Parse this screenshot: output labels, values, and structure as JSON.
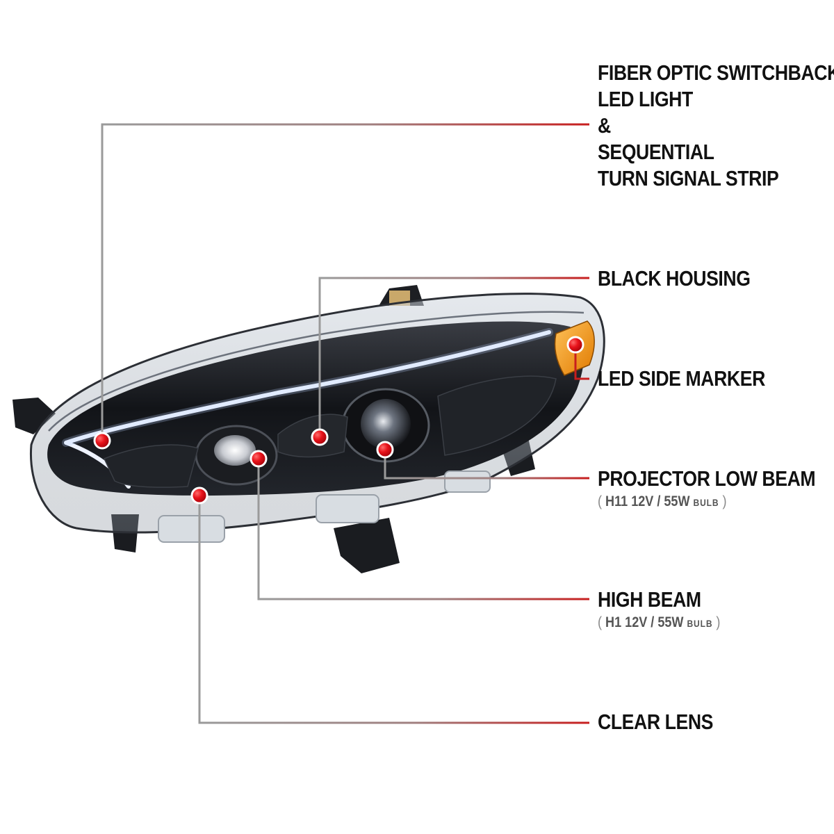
{
  "callouts": {
    "fiber_optic": {
      "lines": [
        "FIBER OPTIC SWITCHBACK",
        "LED LIGHT",
        "&",
        "SEQUENTIAL",
        "TURN SIGNAL STRIP"
      ]
    },
    "black_housing": {
      "title": "BLACK HOUSING"
    },
    "side_marker": {
      "title": "LED SIDE MARKER"
    },
    "low_beam": {
      "title": "PROJECTOR LOW BEAM",
      "spec_open": "(",
      "spec_main": "H11  12V / 55W",
      "spec_unit": "BULB",
      "spec_close": ")"
    },
    "high_beam": {
      "title": "HIGH BEAM",
      "spec_open": "(",
      "spec_main": "H1  12V / 55W",
      "spec_unit": "BULB",
      "spec_close": ")"
    },
    "clear_lens": {
      "title": "CLEAR LENS"
    }
  },
  "colors": {
    "leader_gray": "#8a8a8a",
    "leader_red": "#c81e1e",
    "marker_red": "#e8131b",
    "housing_black": "#16181c",
    "amber": "#f39a1c"
  }
}
